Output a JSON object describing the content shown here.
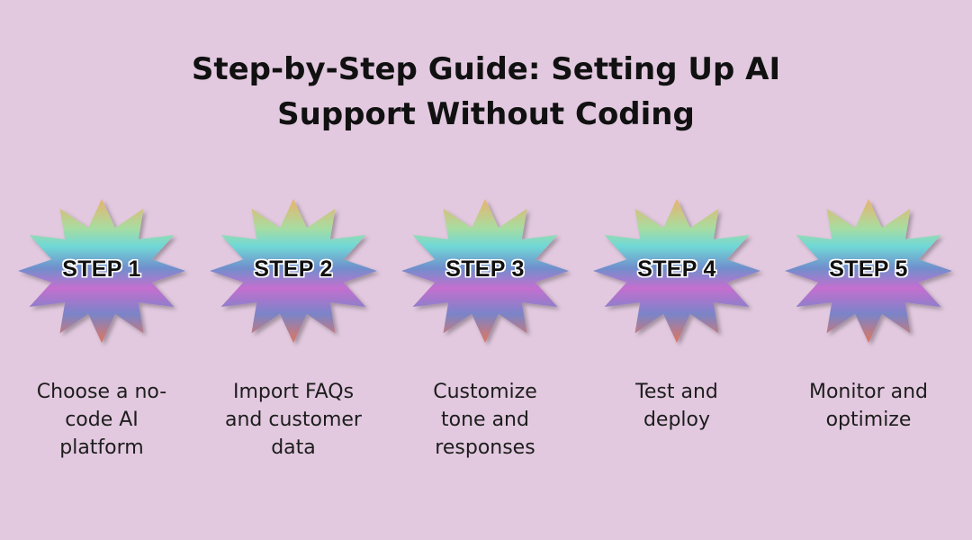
{
  "title": {
    "line1": "Step-by-Step Guide: Setting Up AI",
    "line2": "Support Without Coding"
  },
  "steps": [
    {
      "label": "STEP 1",
      "desc": [
        "Choose a no-",
        "code AI",
        "platform"
      ]
    },
    {
      "label": "STEP 2",
      "desc": [
        "Import FAQs",
        "and customer",
        "data"
      ]
    },
    {
      "label": "STEP 3",
      "desc": [
        "Customize",
        "tone and",
        "responses"
      ]
    },
    {
      "label": "STEP 4",
      "desc": [
        "Test and",
        "deploy"
      ]
    },
    {
      "label": "STEP 5",
      "desc": [
        "Monitor and",
        "optimize"
      ]
    }
  ],
  "colors": {
    "background": "#e2c9df",
    "gradient": [
      "#e8b36c",
      "#a9dca0",
      "#6fd8d6",
      "#6f8fcc",
      "#c46fcf",
      "#7a84c8",
      "#e07560"
    ]
  }
}
